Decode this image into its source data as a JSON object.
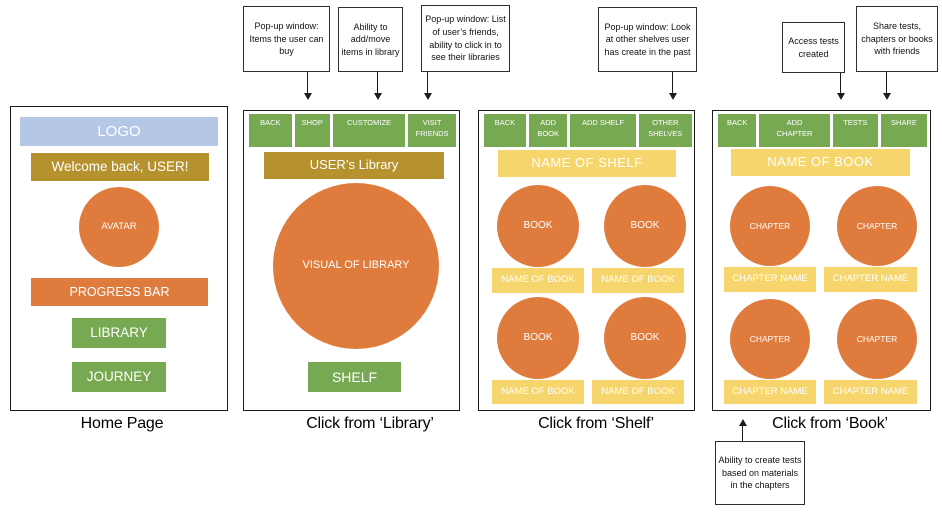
{
  "colors": {
    "green": "#77a952",
    "orange": "#df7c3d",
    "gold": "#b6922e",
    "blue": "#b4c7e7",
    "yellow": "#f6d66c"
  },
  "callouts": {
    "shop": "Pop-up window: Items the user can buy",
    "customize": "Ability to add/move items in library",
    "visit_friends": "Pop-up window: List of user’s friends, ability to click in to see their libraries",
    "other_shelves": "Pop-up window: Look at other shelves user has create in the past",
    "access_tests": "Access tests created",
    "share": "Share tests, chapters or books with friends",
    "create_tests": "Ability to create tests based on materials in the chapters"
  },
  "home": {
    "caption": "Home Page",
    "logo": "LOGO",
    "welcome": "Welcome back, USER!",
    "avatar": "AVATAR",
    "progress": "PROGRESS BAR",
    "library_button": "LIBRARY",
    "journey_button": "JOURNEY"
  },
  "library": {
    "caption": "Click from ‘Library’",
    "nav": [
      "BACK",
      "SHOP",
      "CUSTOMIZE",
      "VISIT FRIENDS"
    ],
    "title": "USER’s Library",
    "visual": "VISUAL OF LIBRARY",
    "shelf_button": "SHELF"
  },
  "shelf": {
    "caption": "Click from ‘Shelf’",
    "nav": [
      "BACK",
      "ADD BOOK",
      "ADD SHELF",
      "OTHER SHELVES"
    ],
    "title": "NAME OF SHELF",
    "circle_label": "BOOK",
    "name_label": "NAME OF BOOK"
  },
  "book": {
    "caption": "Click from ‘Book’",
    "nav": [
      "BACK",
      "ADD CHAPTER",
      "TESTS",
      "SHARE"
    ],
    "title": "NAME OF BOOK",
    "circle_label": "CHAPTER",
    "name_label": "CHAPTER NAME"
  }
}
